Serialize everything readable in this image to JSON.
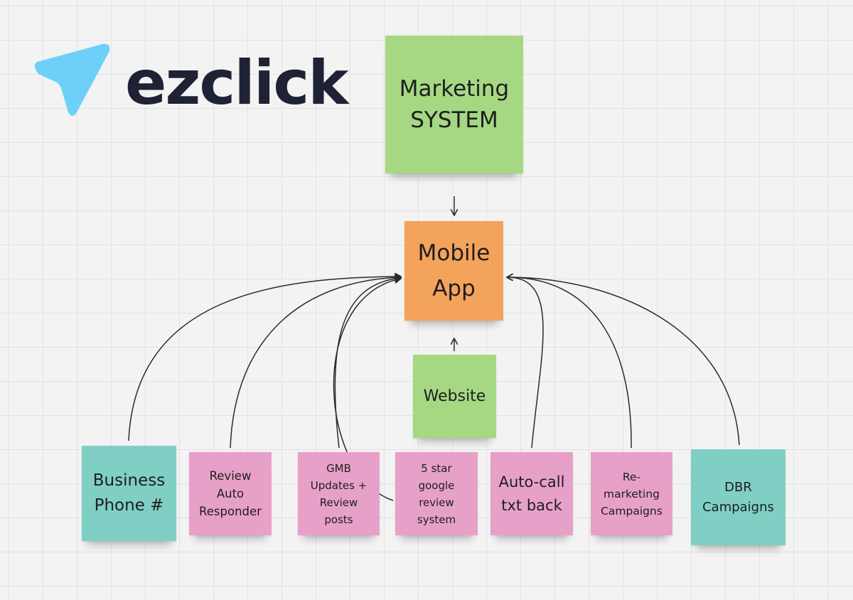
{
  "logo": {
    "text": "ezclick",
    "icon": "paper-plane-pointer-icon",
    "icon_color": "#6ed0f8",
    "text_color": "#1f2235"
  },
  "notes": {
    "marketing": {
      "label": "Marketing\nSYSTEM",
      "color": "#a6d884"
    },
    "mobile_app": {
      "label": "Mobile\nApp",
      "color": "#f4a35b"
    },
    "website": {
      "label": "Website",
      "color": "#a6d884"
    },
    "business_phone": {
      "label": "Business\nPhone #",
      "color": "#7fcfc4"
    },
    "review_auto_responder": {
      "label": "Review\nAuto\nResponder",
      "color": "#e7a1c8"
    },
    "gmb_updates": {
      "label": "GMB\nUpdates +\nReview\nposts",
      "color": "#e7a1c8"
    },
    "five_star": {
      "label": "5 star\ngoogle\nreview\nsystem",
      "color": "#e7a1c8"
    },
    "auto_call": {
      "label": "Auto-call\ntxt back",
      "color": "#e7a1c8"
    },
    "remarketing": {
      "label": "Re-\nmarketing\nCampaigns",
      "color": "#e7a1c8"
    },
    "dbr": {
      "label": "DBR\nCampaigns",
      "color": "#7fcfc4"
    }
  },
  "connector_color": "#2b2b2b"
}
